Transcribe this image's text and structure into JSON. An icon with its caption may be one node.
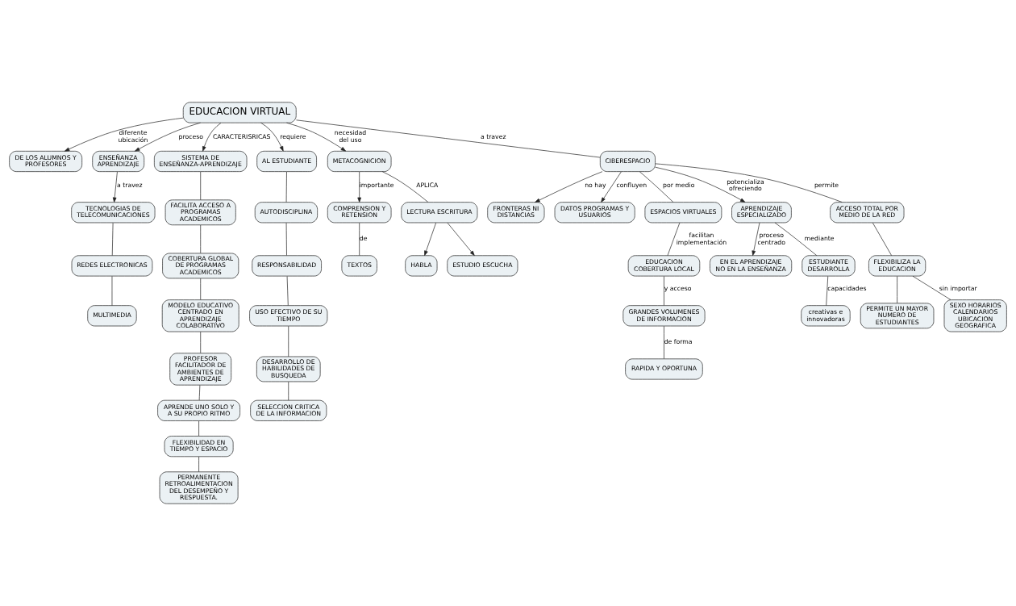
{
  "diagram": {
    "nodes": [
      {
        "text": [
          "EDUCACION VIRTUAL"
        ]
      },
      {
        "text": [
          "DE LOS ALUMNOS Y PROFESORES"
        ]
      },
      {
        "text": [
          "ENSEÑANZA APRENDIZAJE"
        ]
      },
      {
        "text": [
          "TECNOLOGIAS DE TELECOMUNICACIONES"
        ]
      },
      {
        "text": [
          "REDES ELECTRONICAS"
        ]
      },
      {
        "text": [
          "MULTIMEDIA"
        ]
      },
      {
        "text": [
          "SISTEMA DE ENSEÑANZA-APRENDIZAJE"
        ]
      },
      {
        "text": [
          "AL ESTUDIANTE"
        ]
      },
      {
        "text": [
          "METACOGNICION"
        ]
      },
      {
        "text": [
          "COMPRENSION Y RETENSION"
        ]
      },
      {
        "text": [
          "HABLA"
        ]
      },
      {
        "text": [
          "LECTURA ESCRITURA"
        ]
      },
      {
        "text": [
          "ESTUDIO ESCUCHA"
        ]
      },
      {
        "text": [
          "TEXTOS"
        ]
      },
      {
        "text": [
          "FACILITA ACCESO A PROGRAMAS ACADEMICOS"
        ]
      },
      {
        "text": [
          "AUTODISCIPLINA"
        ]
      },
      {
        "text": [
          "COBERTURA GLOBAL DE PROGRAMAS ACADEMICOS"
        ]
      },
      {
        "text": [
          "FRONTERAS NI DISTANCIAS"
        ]
      },
      {
        "text": [
          "CIBERESPACIO"
        ]
      },
      {
        "text": [
          "DATOS PROGRAMAS Y USUARIOS"
        ]
      },
      {
        "text": [
          "ESPACIOS VIRTUALES"
        ]
      },
      {
        "text": [
          "RESPONSABILIDAD"
        ]
      },
      {
        "text": [
          "APRENDIZAJE ESPECIALIZADO"
        ]
      },
      {
        "text": [
          "EN EL APRENDIZAJE NO EN LA ENSEÑANZA"
        ]
      },
      {
        "text": [
          "MODELO EDUCATIVO CENTRADO EN APRENDIZAJE COLABORATIVO"
        ]
      },
      {
        "text": [
          "ACCESO TOTAL POR MEDIO DE LA RED"
        ]
      },
      {
        "text": [
          "USO EFECTIVO DE SU TIEMPO"
        ]
      },
      {
        "text": [
          "ESTUDIANTE DESARROLLA"
        ]
      },
      {
        "text": [
          "EDUCACION COBERTURA LOCAL"
        ]
      },
      {
        "text": [
          "PROFESOR FACILITADOR DE AMBIENTES DE APRENDIZAJE"
        ]
      },
      {
        "text": [
          "DESARROLLO DE HABILIDADES DE BUSQUEDA"
        ]
      },
      {
        "text": [
          "FLEXIBILIZA LA EDUCACION"
        ]
      },
      {
        "text": [
          "creativas e innovadoras"
        ]
      },
      {
        "text": [
          "APRENDE UNO SOLO Y A SU PROPIO RITMO"
        ]
      },
      {
        "text": [
          "FLEXIBILIDAD EN TIEMPO Y ESPACIO"
        ]
      },
      {
        "text": [
          "SELECCION CRITICA DE LA INFORMACION"
        ]
      },
      {
        "text": [
          "GRANDES VOLUMENES DE INFORMACION"
        ]
      },
      {
        "text": [
          "PERMITE UN MAYOR NUMERO DE ESTUDIANTES"
        ]
      },
      {
        "text": [
          "SEXO HORARIOS CALENDARIOS UBICACION GEOGRAFICA"
        ]
      },
      {
        "text": [
          "PERMANENTE RETROALIMENTACION DEL DESEMPEÑO Y RESPUESTA."
        ]
      },
      {
        "text": [
          "RAPIDA Y OPORTUNA"
        ]
      }
    ],
    "edges": [
      {
        "from": 0,
        "to": 1,
        "arrow": "to",
        "label": "diferente ubicación"
      },
      {
        "from": 0,
        "to": 2,
        "arrow": "to",
        "label": "proceso"
      },
      {
        "from": 2,
        "to": 3,
        "arrow": "to",
        "label": "a travez"
      },
      {
        "from": 3,
        "to": 4,
        "arrow": "none"
      },
      {
        "from": 4,
        "to": 5,
        "arrow": "none"
      },
      {
        "from": 0,
        "to": 6,
        "arrow": "to",
        "label": "CARACTERISRICAS"
      },
      {
        "from": 0,
        "to": 7,
        "arrow": "to",
        "label": "requiere"
      },
      {
        "from": 0,
        "to": 8,
        "arrow": "to",
        "label": "necesidad del uso"
      },
      {
        "from": 8,
        "to": 9,
        "arrow": "to",
        "label": "importante"
      },
      {
        "from": 8,
        "to": 11,
        "arrow": "none",
        "label": "APLICA"
      },
      {
        "from": 11,
        "to": 10,
        "arrow": "to"
      },
      {
        "from": 11,
        "to": 12,
        "arrow": "to"
      },
      {
        "from": 9,
        "to": 13,
        "arrow": "none",
        "label": "de"
      },
      {
        "from": 0,
        "to": 18,
        "arrow": "none",
        "label": "a travez"
      },
      {
        "from": 18,
        "to": 17,
        "arrow": "to",
        "label": "no hay"
      },
      {
        "from": 18,
        "to": 19,
        "arrow": "to",
        "label": "confluyen"
      },
      {
        "from": 18,
        "to": 20,
        "arrow": "none",
        "label": "por medio"
      },
      {
        "from": 18,
        "to": 22,
        "arrow": "to",
        "label": "potencializa ofreciendo"
      },
      {
        "from": 18,
        "to": 25,
        "arrow": "none",
        "label": "permite"
      },
      {
        "from": 22,
        "to": 23,
        "arrow": "to",
        "label": "proceso centrado"
      },
      {
        "from": 22,
        "to": 27,
        "arrow": "none",
        "label": "mediante"
      },
      {
        "from": 27,
        "to": 32,
        "arrow": "none",
        "label": "capacidades"
      },
      {
        "from": 20,
        "to": 28,
        "arrow": "none",
        "label": "facilitan implementación"
      },
      {
        "from": 28,
        "to": 36,
        "arrow": "none",
        "label": "y acceso"
      },
      {
        "from": 36,
        "to": 40,
        "arrow": "none",
        "label": "de forma"
      },
      {
        "from": 25,
        "to": 31,
        "arrow": "none"
      },
      {
        "from": 31,
        "to": 37,
        "arrow": "none"
      },
      {
        "from": 31,
        "to": 38,
        "arrow": "none",
        "label": "sin importar"
      },
      {
        "from": 6,
        "to": 14,
        "arrow": "none"
      },
      {
        "from": 14,
        "to": 16,
        "arrow": "none"
      },
      {
        "from": 16,
        "to": 24,
        "arrow": "none"
      },
      {
        "from": 24,
        "to": 29,
        "arrow": "none"
      },
      {
        "from": 29,
        "to": 33,
        "arrow": "none"
      },
      {
        "from": 33,
        "to": 34,
        "arrow": "none"
      },
      {
        "from": 34,
        "to": 39,
        "arrow": "none"
      },
      {
        "from": 7,
        "to": 15,
        "arrow": "none"
      },
      {
        "from": 15,
        "to": 21,
        "arrow": "none"
      },
      {
        "from": 21,
        "to": 26,
        "arrow": "none"
      },
      {
        "from": 26,
        "to": 30,
        "arrow": "none"
      },
      {
        "from": 30,
        "to": 35,
        "arrow": "none"
      }
    ]
  }
}
